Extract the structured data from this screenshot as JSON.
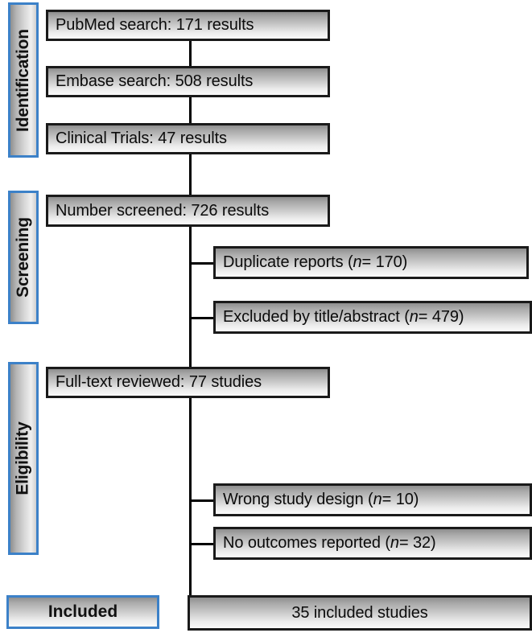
{
  "diagram": {
    "title": "PRISMA study selection flow diagram",
    "accent_border_color": "#3c81c8",
    "box_border_color": "#1a1a1a",
    "connector_color": "#000000",
    "background_color": "#ffffff"
  },
  "stages": [
    {
      "id": "identification",
      "label": "Identification"
    },
    {
      "id": "screening",
      "label": "Screening"
    },
    {
      "id": "eligibility",
      "label": "Eligibility"
    },
    {
      "id": "included",
      "label": "Included"
    }
  ],
  "boxes": {
    "pubmed": {
      "label": "PubMed search: 171 results"
    },
    "embase": {
      "label": "Embase search: 508 results"
    },
    "clinical_trials": {
      "label": "Clinical Trials: 47 results"
    },
    "screened": {
      "label": "Number screened: 726 results"
    },
    "duplicates": {
      "prefix": "Duplicate reports (",
      "n_symbol": "n",
      "suffix": " = 170)"
    },
    "excluded_title_abstract": {
      "prefix": "Excluded by title/abstract (",
      "n_symbol": "n",
      "suffix": " = 479)"
    },
    "full_text": {
      "label": "Full-text reviewed: 77 studies"
    },
    "wrong_design": {
      "prefix": "Wrong study design (",
      "n_symbol": "n",
      "suffix": " = 10)"
    },
    "no_outcomes": {
      "prefix": "No outcomes reported (",
      "n_symbol": "n",
      "suffix": " = 32)"
    },
    "included_total": {
      "label": "35 included studies"
    }
  },
  "chart_data": {
    "type": "diagram",
    "title": "PRISMA flow diagram",
    "nodes": [
      {
        "stage": "Identification",
        "label": "PubMed search: 171 results",
        "value": 171
      },
      {
        "stage": "Identification",
        "label": "Embase search: 508 results",
        "value": 508
      },
      {
        "stage": "Identification",
        "label": "Clinical Trials: 47 results",
        "value": 47
      },
      {
        "stage": "Screening",
        "label": "Number screened: 726 results",
        "value": 726
      },
      {
        "stage": "Screening",
        "label": "Duplicate reports (n = 170)",
        "value": 170,
        "excluded": true
      },
      {
        "stage": "Screening",
        "label": "Excluded by title/abstract (n = 479)",
        "value": 479,
        "excluded": true
      },
      {
        "stage": "Eligibility",
        "label": "Full-text reviewed: 77 studies",
        "value": 77
      },
      {
        "stage": "Eligibility",
        "label": "Wrong study design (n = 10)",
        "value": 10,
        "excluded": true
      },
      {
        "stage": "Eligibility",
        "label": "No outcomes reported (n = 32)",
        "value": 32,
        "excluded": true
      },
      {
        "stage": "Included",
        "label": "35 included studies",
        "value": 35
      }
    ]
  }
}
